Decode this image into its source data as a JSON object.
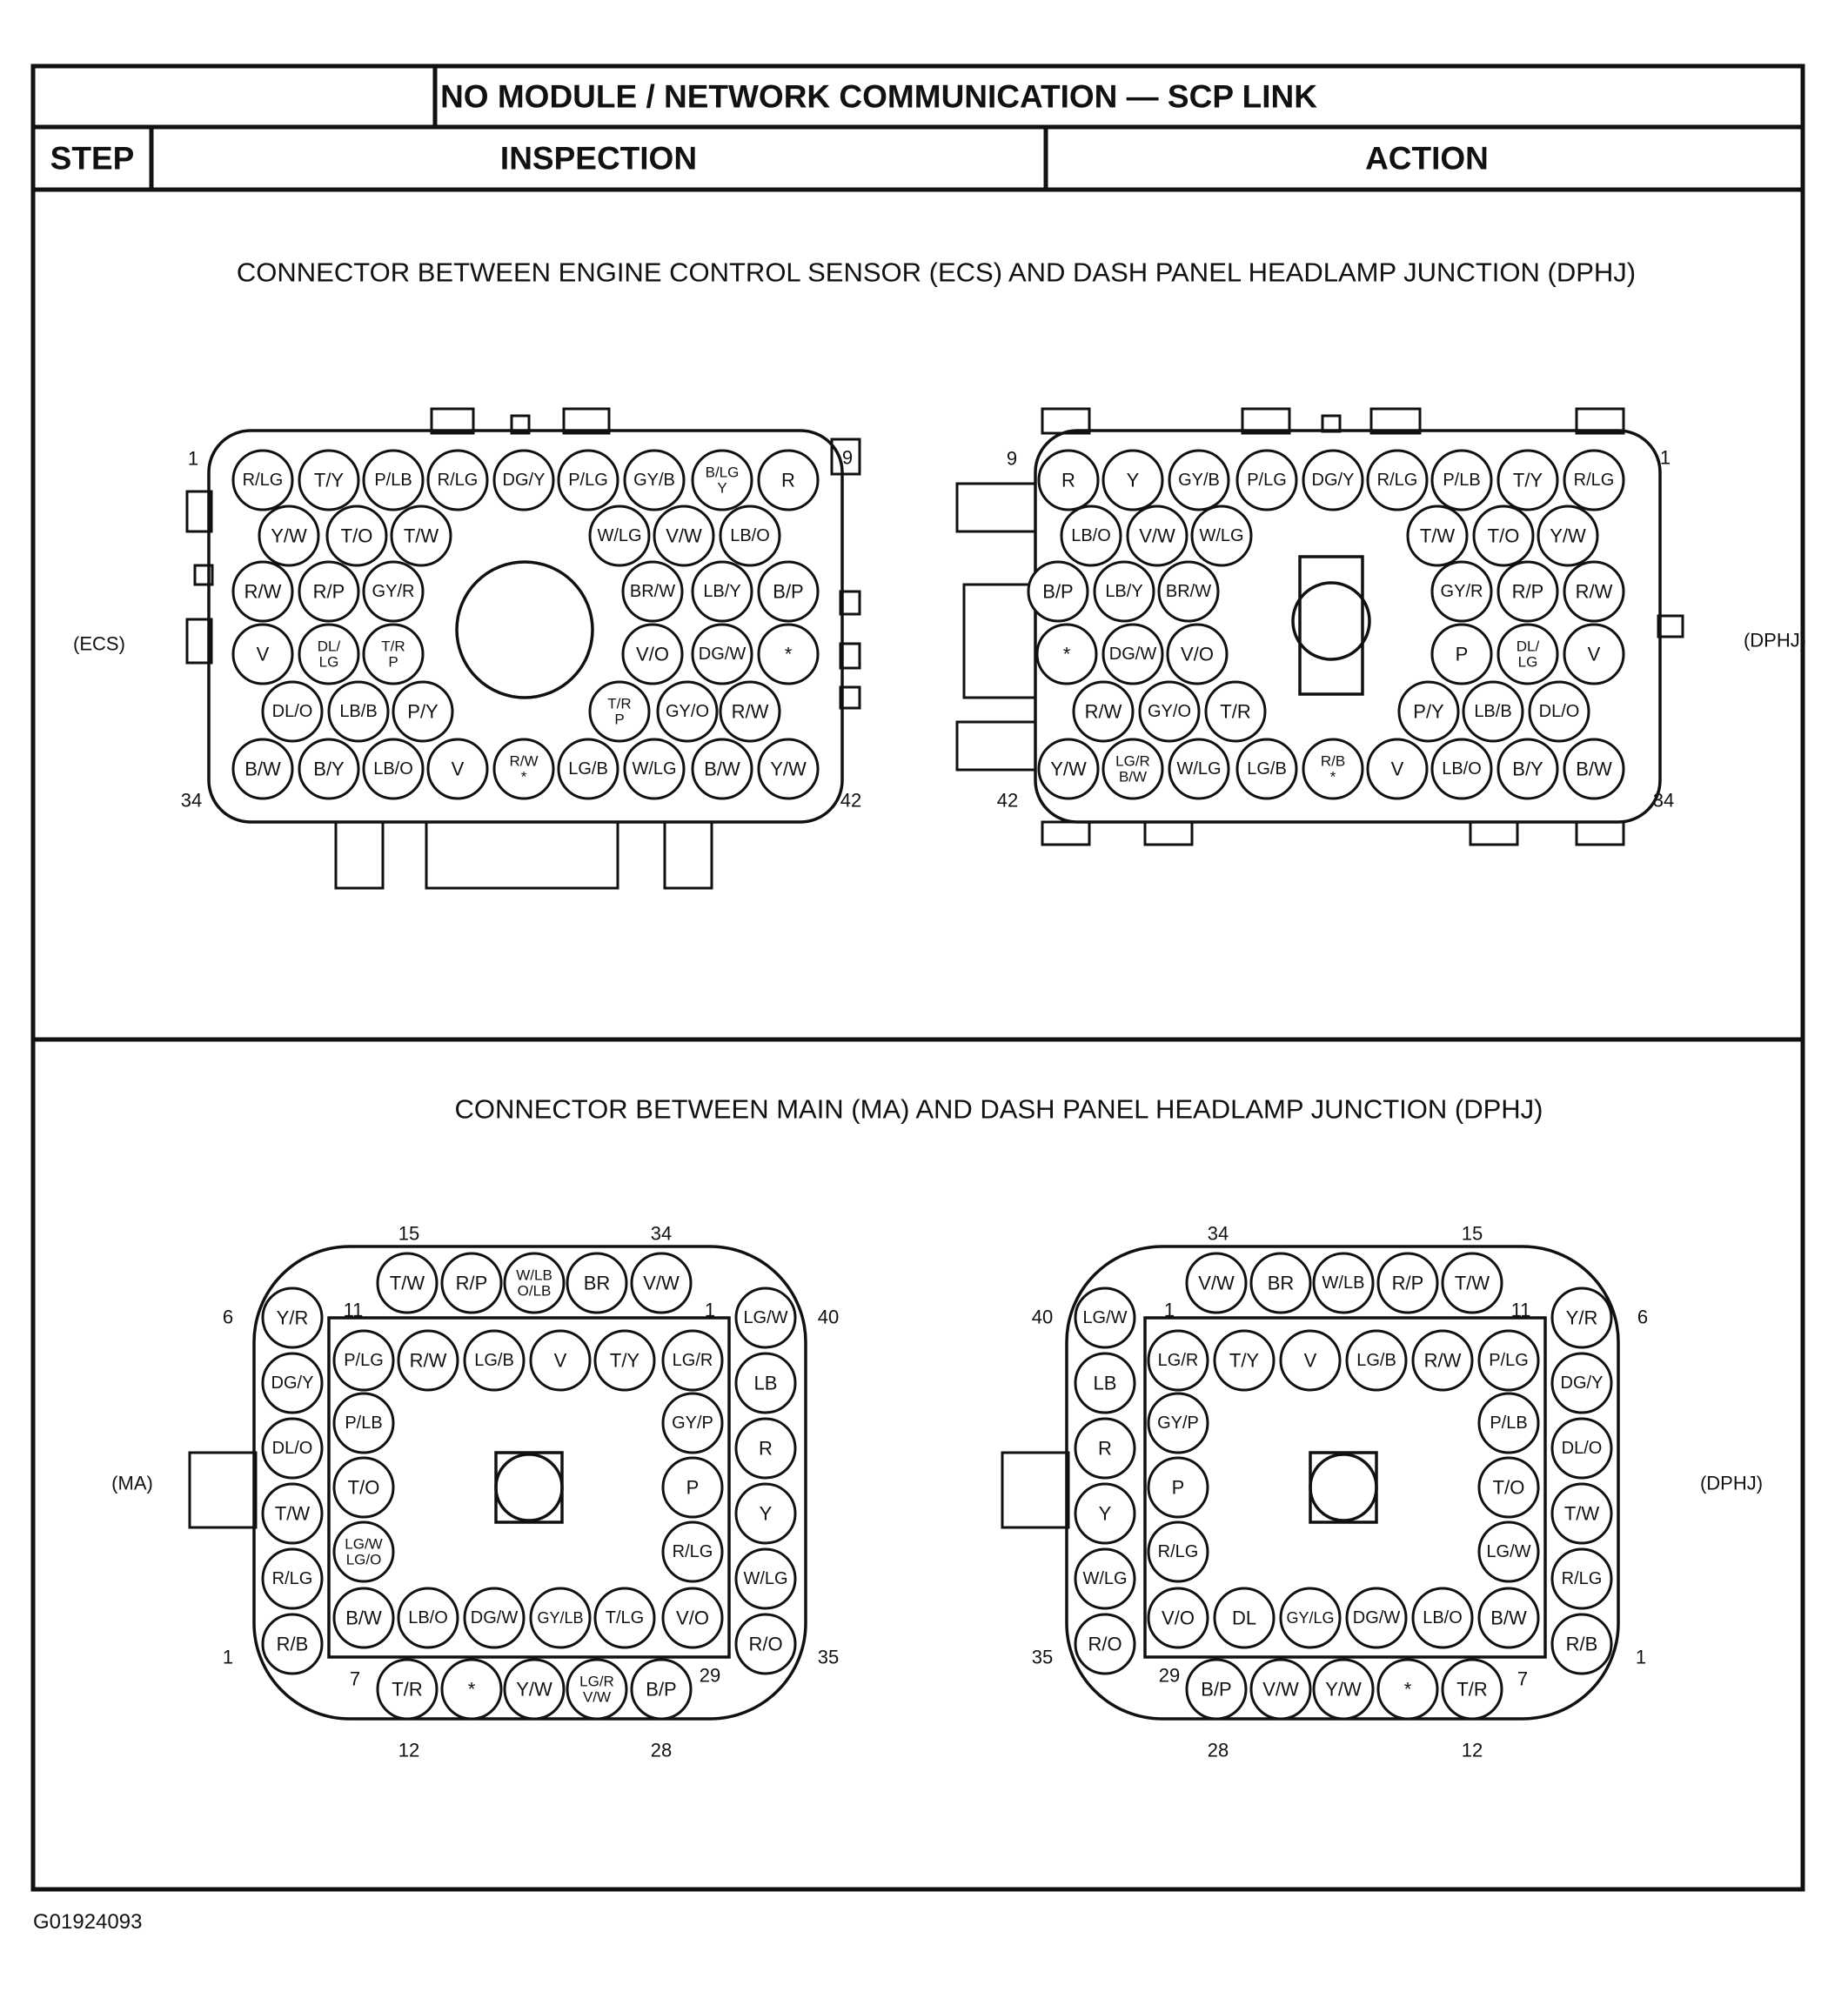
{
  "header": {
    "title": "NO MODULE / NETWORK COMMUNICATION — SCP LINK",
    "col_step": "STEP",
    "col_inspection": "INSPECTION",
    "col_action": "ACTION"
  },
  "colors": {
    "line": "#111111",
    "background": "#ffffff"
  },
  "figure_id": "G01924093",
  "section1": {
    "caption": "CONNECTOR BETWEEN ENGINE CONTROL SENSOR (ECS) AND DASH PANEL HEADLAMP JUNCTION (DPHJ)",
    "left": {
      "side_label": "(ECS)",
      "corner_numbers": [
        "1",
        "9",
        "34",
        "42"
      ],
      "rows": [
        [
          "R/LG",
          "T/Y",
          "P/LB",
          "R/LG",
          "DG/Y",
          "P/LG",
          "GY/B",
          "B/LG Y",
          "R"
        ],
        [
          "Y/W",
          "T/O",
          "T/W",
          "W/LG",
          "V/W",
          "LB/O"
        ],
        [
          "R/W",
          "R/P",
          "GY/R",
          "BR/W",
          "LB/Y",
          "B/P"
        ],
        [
          "V",
          "DL/ LG",
          "T/R P",
          "V/O",
          "DG/W",
          "*"
        ],
        [
          "DL/O",
          "LB/B",
          "P/Y",
          "T/R P",
          "GY/O",
          "R/W"
        ],
        [
          "B/W",
          "B/Y",
          "LB/O",
          "V",
          "R/W *",
          "LG/B",
          "W/LG",
          "B/W",
          "Y/W"
        ]
      ]
    },
    "right": {
      "side_label": "(DPHJ)",
      "corner_numbers": [
        "9",
        "1",
        "42",
        "34"
      ],
      "rows": [
        [
          "R",
          "Y",
          "GY/B",
          "P/LG",
          "DG/Y",
          "R/LG",
          "P/LB",
          "T/Y",
          "R/LG"
        ],
        [
          "LB/O",
          "V/W",
          "W/LG",
          "T/W",
          "T/O",
          "Y/W"
        ],
        [
          "B/P",
          "LB/Y",
          "BR/W",
          "GY/R",
          "R/P",
          "R/W"
        ],
        [
          "*",
          "DG/W",
          "V/O",
          "P",
          "DL/ LG",
          "V"
        ],
        [
          "R/W",
          "GY/O",
          "T/R",
          "P/Y",
          "LB/B",
          "DL/O"
        ],
        [
          "Y/W",
          "LG/R B/W",
          "W/LG",
          "LG/B",
          "R/B *",
          "V",
          "LB/O",
          "B/Y",
          "B/W"
        ]
      ]
    }
  },
  "section2": {
    "caption": "CONNECTOR BETWEEN MAIN (MA) AND DASH PANEL HEADLAMP JUNCTION (DPHJ)",
    "left": {
      "side_label": "(MA)",
      "numbers": [
        "15",
        "34",
        "6",
        "11",
        "1",
        "40",
        "1",
        "35",
        "7",
        "29",
        "12",
        "28"
      ],
      "outer_top": [
        "T/W",
        "R/P",
        "W/LB O/LB",
        "BR",
        "V/W"
      ],
      "outer_left": [
        "Y/R",
        "DG/Y",
        "DL/O",
        "T/W",
        "R/LG",
        "R/B"
      ],
      "outer_right": [
        "LG/W",
        "LB",
        "R",
        "Y",
        "W/LG",
        "R/O"
      ],
      "outer_bottom": [
        "T/R",
        "*",
        "Y/W",
        "LG/R V/W",
        "B/P"
      ],
      "inner_top": [
        "P/LG",
        "R/W",
        "LG/B",
        "V",
        "T/Y",
        "LG/R"
      ],
      "inner_left": [
        "P/LB",
        "T/O",
        "LG/W LG/O"
      ],
      "inner_right": [
        "GY/P",
        "P",
        "R/LG"
      ],
      "inner_bottom": [
        "B/W",
        "LB/O",
        "DG/W",
        "GY/LB",
        "T/LG",
        "V/O"
      ]
    },
    "right": {
      "side_label": "(DPHJ)",
      "numbers": [
        "34",
        "15",
        "40",
        "1",
        "11",
        "6",
        "35",
        "1",
        "29",
        "7",
        "28",
        "12"
      ],
      "outer_top": [
        "V/W",
        "BR",
        "W/LB",
        "R/P",
        "T/W"
      ],
      "outer_left": [
        "LG/W",
        "LB",
        "R",
        "Y",
        "W/LG",
        "R/O"
      ],
      "outer_right": [
        "Y/R",
        "DG/Y",
        "DL/O",
        "T/W",
        "R/LG",
        "R/B"
      ],
      "outer_bottom": [
        "B/P",
        "V/W",
        "Y/W",
        "*",
        "T/R"
      ],
      "inner_top": [
        "LG/R",
        "T/Y",
        "V",
        "LG/B",
        "R/W",
        "P/LG"
      ],
      "inner_left": [
        "GY/P",
        "P",
        "R/LG"
      ],
      "inner_right": [
        "P/LB",
        "T/O",
        "LG/W"
      ],
      "inner_bottom": [
        "V/O",
        "DL",
        "GY/LG",
        "DG/W",
        "LB/O",
        "B/W"
      ]
    }
  }
}
